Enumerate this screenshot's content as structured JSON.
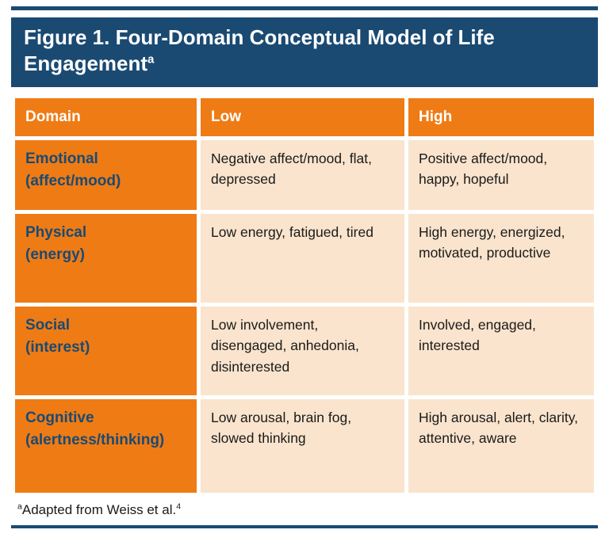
{
  "figure": {
    "title": "Figure 1. Four-Domain Conceptual Model of Life Engagement",
    "title_footnote_marker": "a"
  },
  "table": {
    "headers": [
      "Domain",
      "Low",
      "High"
    ],
    "rows": [
      {
        "domain": "Emotional",
        "qualifier": "(affect/mood)",
        "low": "Negative affect/mood, flat, depressed",
        "high": "Positive affect/mood, happy, hopeful"
      },
      {
        "domain": "Physical",
        "qualifier": "(energy)",
        "low": "Low energy, fatigued, tired",
        "high": "High energy, energized, motivated, productive"
      },
      {
        "domain": "Social",
        "qualifier": "(interest)",
        "low": "Low involvement, disengaged, anhedonia, disinterested",
        "high": "Involved, engaged, interested"
      },
      {
        "domain": "Cognitive",
        "qualifier": "(alertness/thinking)",
        "low": "Low arousal, brain fog, slowed thinking",
        "high": "High arousal, alert, clarity, attentive, aware"
      }
    ]
  },
  "footnote": {
    "marker": "a",
    "text": "Adapted from Weiss et al.",
    "reference_number": "4"
  },
  "colors": {
    "navy": "#1A4A72",
    "orange": "#EF7B15",
    "peach": "#FAE4CD",
    "text": "#1A1A1A"
  }
}
